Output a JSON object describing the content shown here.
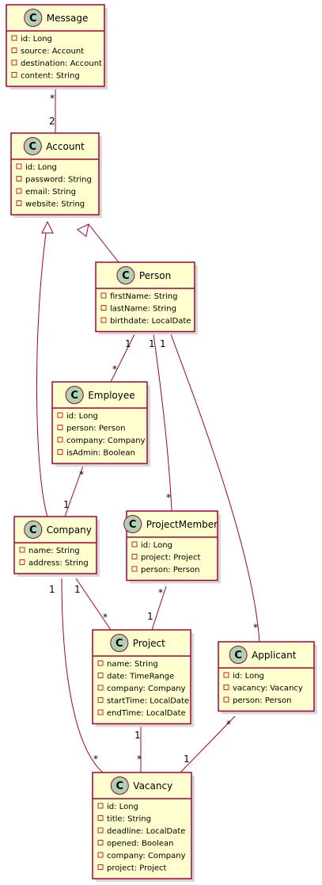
{
  "classes": [
    {
      "id": "message",
      "name": "Message",
      "attributes": [
        "id: Long",
        "source: Account",
        "destination: Account",
        "content: String"
      ]
    },
    {
      "id": "account",
      "name": "Account",
      "attributes": [
        "id: Long",
        "password: String",
        "email: String",
        "website: String"
      ]
    },
    {
      "id": "person",
      "name": "Person",
      "attributes": [
        "firstName: String",
        "lastName: String",
        "birthdate: LocalDate"
      ]
    },
    {
      "id": "employee",
      "name": "Employee",
      "attributes": [
        "id: Long",
        "person: Person",
        "company: Company",
        "isAdmin: Boolean"
      ]
    },
    {
      "id": "company",
      "name": "Company",
      "attributes": [
        "name: String",
        "address: String"
      ]
    },
    {
      "id": "projectmember",
      "name": "ProjectMember",
      "attributes": [
        "id: Long",
        "project: Project",
        "person: Person"
      ]
    },
    {
      "id": "project",
      "name": "Project",
      "attributes": [
        "name: String",
        "date: TimeRange",
        "company: Company",
        "startTime: LocalDate",
        "endTime: LocalDate"
      ]
    },
    {
      "id": "applicant",
      "name": "Applicant",
      "attributes": [
        "id: Long",
        "vacancy: Vacancy",
        "person: Person"
      ]
    },
    {
      "id": "vacancy",
      "name": "Vacancy",
      "attributes": [
        "id: Long",
        "title: String",
        "deadline: LocalDate",
        "opened: Boolean",
        "company: Company",
        "project: Project"
      ]
    }
  ],
  "class_badge_letter": "C",
  "relations": [
    {
      "id": "message-account",
      "type": "association",
      "from_mult": "*",
      "to_mult": "2"
    },
    {
      "id": "company-account",
      "type": "inheritance",
      "from_mult": "",
      "to_mult": ""
    },
    {
      "id": "person-account",
      "type": "inheritance",
      "from_mult": "",
      "to_mult": ""
    },
    {
      "id": "person-employee",
      "type": "association",
      "from_mult": "1",
      "to_mult": "*"
    },
    {
      "id": "person-projectmember",
      "type": "association",
      "from_mult": "1",
      "to_mult": "*"
    },
    {
      "id": "person-applicant",
      "type": "association",
      "from_mult": "1",
      "to_mult": "*"
    },
    {
      "id": "employee-company",
      "type": "association",
      "from_mult": "*",
      "to_mult": "1"
    },
    {
      "id": "company-project",
      "type": "association",
      "from_mult": "1",
      "to_mult": "*"
    },
    {
      "id": "company-vacancy",
      "type": "association",
      "from_mult": "1",
      "to_mult": "*"
    },
    {
      "id": "projectmember-project",
      "type": "association",
      "from_mult": "*",
      "to_mult": "1"
    },
    {
      "id": "project-vacancy",
      "type": "association",
      "from_mult": "1",
      "to_mult": "*"
    },
    {
      "id": "applicant-vacancy",
      "type": "association",
      "from_mult": "*",
      "to_mult": "1"
    }
  ],
  "colors": {
    "class_fill": "#fefece",
    "class_border": "#a80036",
    "badge_fill": "#add1b2",
    "visibility_marker": "#c82930",
    "relation_line": "#a80036"
  }
}
